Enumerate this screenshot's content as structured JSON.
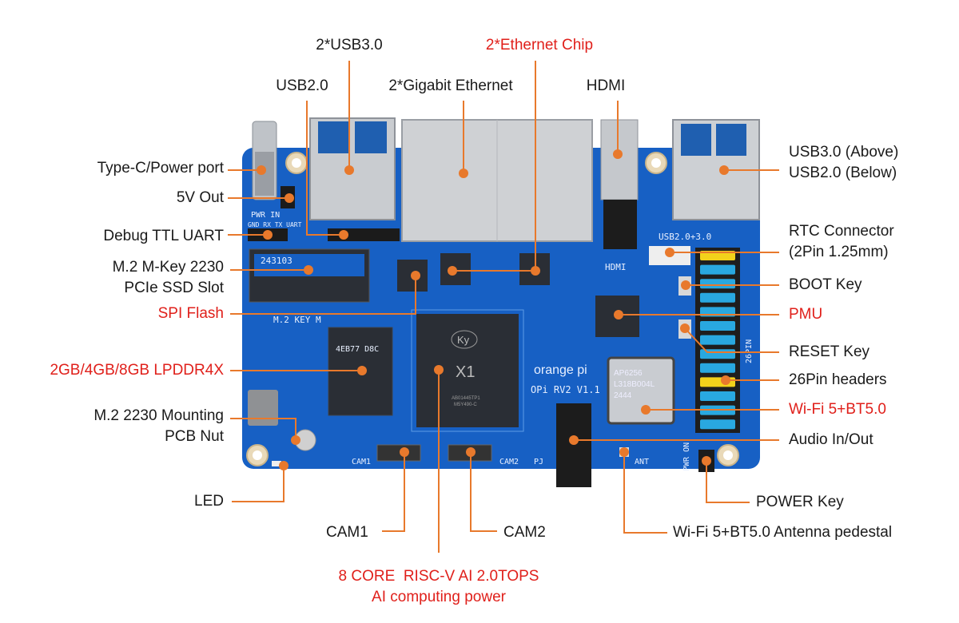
{
  "colors": {
    "board": "#1760c4",
    "leader": "#e8792c",
    "highlight_text": "#e0201b",
    "text": "#1a1a1a"
  },
  "labels": {
    "usb30_top": "2*USB3.0",
    "ethernet_chip": "2*Ethernet Chip",
    "usb20": "USB2.0",
    "gigabit_ethernet": "2*Gigabit Ethernet",
    "hdmi": "HDMI",
    "typec_power": "Type-C/Power port",
    "out5v": "5V Out",
    "debug_uart": "Debug TTL UART",
    "m2_line1": "M.2 M-Key 2230",
    "m2_line2": "PCIe SSD Slot",
    "spi_flash": "SPI Flash",
    "lpddr4x": "2GB/4GB/8GB LPDDR4X",
    "nut_line1": "M.2 2230 Mounting",
    "nut_line2": "PCB Nut",
    "led": "LED",
    "cam1": "CAM1",
    "cam2": "CAM2",
    "soc_line1": "8 CORE  RISC-V AI 2.0TOPS",
    "soc_line2": "AI computing power",
    "antenna": "Wi-Fi 5+BT5.0 Antenna pedestal",
    "power_key": "POWER Key",
    "usb_right_line1": "USB3.0 (Above)",
    "usb_right_line2": "USB2.0 (Below)",
    "rtc_line1": "RTC Connector",
    "rtc_line2": "(2Pin 1.25mm)",
    "boot_key": "BOOT Key",
    "pmu": "PMU",
    "reset_key": "RESET Key",
    "pin_headers": "26Pin headers",
    "wifi": "Wi-Fi 5+BT5.0",
    "audio": "Audio In/Out"
  },
  "silkscreen": {
    "pwr_in": "PWR  IN",
    "uart": "GND RX TX UART",
    "m2_key": "M.2 KEY M",
    "soc_brand": "Ky",
    "soc_model": "X1",
    "soc_code": "AB01445TP1",
    "soc_code2": "M5Y490-C",
    "ram_code": "4EB77 D8C",
    "brand": "orange pi",
    "board_name": "OPi RV2 V1.1",
    "wifi_module": "AP6256",
    "wifi_code": "L318B004L",
    "wifi_date": "2444",
    "hdmi": "HDMI",
    "usb_right": "USB2.0+3.0",
    "pin26": "26PIN",
    "cam1": "CAM1",
    "cam2": "CAM2",
    "pj": "PJ",
    "ant": "ANT",
    "pwr_on": "PWR ON",
    "ssd_code": "243103"
  }
}
